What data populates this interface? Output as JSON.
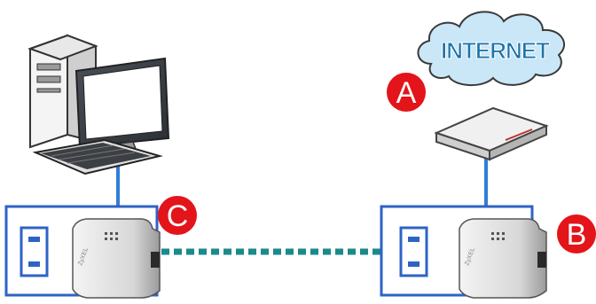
{
  "cloud": {
    "label": "INTERNET"
  },
  "markers": [
    {
      "id": "a",
      "label": "A"
    },
    {
      "id": "b",
      "label": "B"
    },
    {
      "id": "c",
      "label": "C"
    }
  ],
  "adapter": {
    "brand": "ZyXEL"
  },
  "colors": {
    "marker_red": "#e3141a",
    "cable_blue": "#2f7fd6",
    "powerline_teal": "#1a8a8a",
    "socket_blue": "#2e63c6",
    "cloud_fill": "#c9e7f7",
    "cloud_stroke": "#3a3a3a"
  },
  "icons": [
    "desktop-computer-icon",
    "cloud-icon",
    "router-icon",
    "wall-socket-icon",
    "powerline-adapter-icon"
  ]
}
